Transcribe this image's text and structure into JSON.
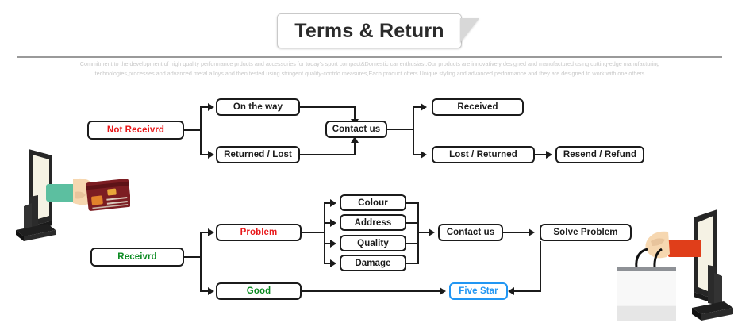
{
  "header": {
    "title": "Terms & Return",
    "blurb_line1": "Commitment to the development of high quality performance prducts and accessories for today's sport compact&Domestic car enthusiast.Our products are innovatively designed and manufactured using cutting-edge manufacturing",
    "blurb_line2": "technologies,processes and advanced metal alloys and then tested using stringent quality-contrlo measures,Each  product offers Unique styling and advanced performance and they are designed to work with one others"
  },
  "colors": {
    "red": "#e8191b",
    "green": "#0c8b22",
    "blue": "#2196f3",
    "line": "#1b1b1b",
    "divider": "#9a9a9a",
    "blurb": "#c9c9c9",
    "sleeve_left": "#5cbfa0",
    "card": "#7c1d22",
    "sleeve_right": "#e03e1a"
  },
  "flow_not_received": {
    "root": "Not Receivrd",
    "branch_top": "On the way",
    "branch_bottom": "Returned / Lost",
    "merge": "Contact us",
    "out_top": "Received",
    "out_bottom": "Lost / Returned",
    "out_final": "Resend / Refund"
  },
  "flow_received": {
    "root": "Receivrd",
    "branch_problem": "Problem",
    "branch_good": "Good",
    "issues": [
      "Colour",
      "Address",
      "Quality",
      "Damage"
    ],
    "contact": "Contact us",
    "solve": "Solve Problem",
    "five_star": "Five Star"
  },
  "illustrations": {
    "left": "monitor-hand-credit-card",
    "right": "monitor-hand-shopping-bag"
  }
}
